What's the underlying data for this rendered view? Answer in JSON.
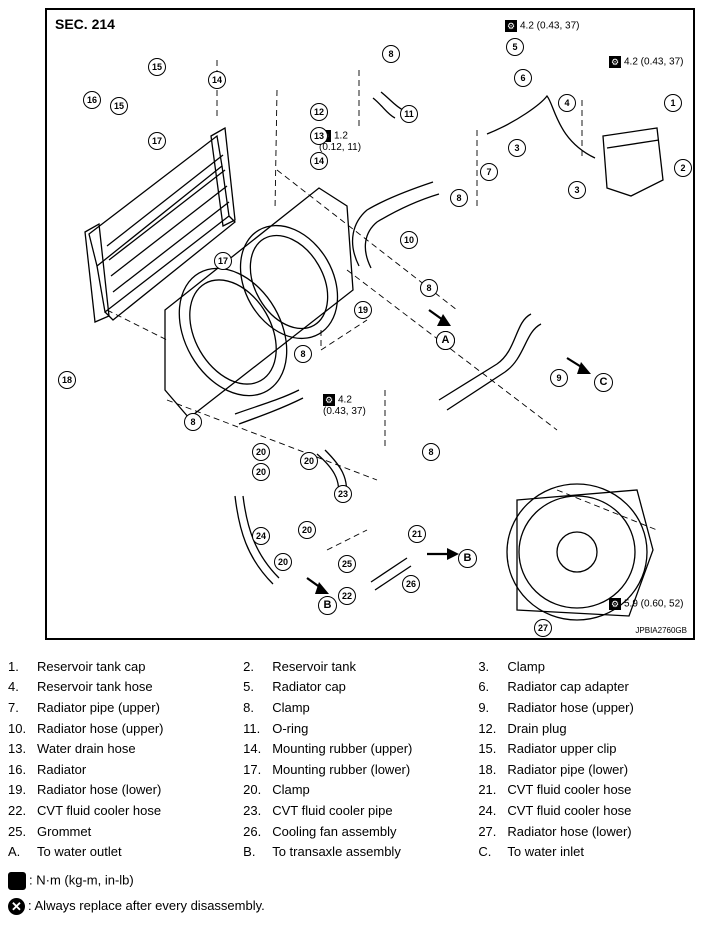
{
  "diagram": {
    "section": "SEC. 214",
    "figure_id": "JPBIA2760GB",
    "torques": {
      "cap_adapter": "4.2 (0.43, 37)",
      "reservoir": "4.2 (0.43, 37)",
      "drain_plug_a": "1.2",
      "drain_plug_b": "(0.12, 11)",
      "lower_pipe_a": "4.2",
      "lower_pipe_b": "(0.43, 37)",
      "fan": "5.9 (0.60, 52)"
    },
    "callouts": [
      "1",
      "2",
      "3",
      "3",
      "4",
      "5",
      "6",
      "7",
      "8",
      "8",
      "8",
      "8",
      "8",
      "8",
      "9",
      "10",
      "11",
      "12",
      "13",
      "14",
      "14",
      "15",
      "15",
      "16",
      "17",
      "17",
      "18",
      "19",
      "20",
      "20",
      "20",
      "20",
      "20",
      "21",
      "22",
      "23",
      "24",
      "25",
      "26",
      "27"
    ],
    "letters": [
      "A",
      "A",
      "B",
      "B",
      "C"
    ]
  },
  "parts": [
    [
      {
        "num": "1.",
        "name": "Reservoir tank cap"
      },
      {
        "num": "2.",
        "name": "Reservoir tank"
      },
      {
        "num": "3.",
        "name": "Clamp"
      }
    ],
    [
      {
        "num": "4.",
        "name": "Reservoir tank hose"
      },
      {
        "num": "5.",
        "name": "Radiator cap"
      },
      {
        "num": "6.",
        "name": "Radiator cap adapter"
      }
    ],
    [
      {
        "num": "7.",
        "name": "Radiator pipe (upper)"
      },
      {
        "num": "8.",
        "name": "Clamp"
      },
      {
        "num": "9.",
        "name": "Radiator hose (upper)"
      }
    ],
    [
      {
        "num": "10.",
        "name": "Radiator hose (upper)"
      },
      {
        "num": "11.",
        "name": "O-ring"
      },
      {
        "num": "12.",
        "name": "Drain plug"
      }
    ],
    [
      {
        "num": "13.",
        "name": "Water drain hose"
      },
      {
        "num": "14.",
        "name": "Mounting rubber (upper)"
      },
      {
        "num": "15.",
        "name": "Radiator upper clip"
      }
    ],
    [
      {
        "num": "16.",
        "name": "Radiator"
      },
      {
        "num": "17.",
        "name": "Mounting rubber (lower)"
      },
      {
        "num": "18.",
        "name": "Radiator pipe (lower)"
      }
    ],
    [
      {
        "num": "19.",
        "name": "Radiator hose (lower)"
      },
      {
        "num": "20.",
        "name": "Clamp"
      },
      {
        "num": "21.",
        "name": "CVT fluid cooler hose"
      }
    ],
    [
      {
        "num": "22.",
        "name": "CVT fluid cooler hose"
      },
      {
        "num": "23.",
        "name": "CVT fluid cooler pipe"
      },
      {
        "num": "24.",
        "name": "CVT fluid cooler hose"
      }
    ],
    [
      {
        "num": "25.",
        "name": "Grommet"
      },
      {
        "num": "26.",
        "name": "Cooling fan assembly"
      },
      {
        "num": "27.",
        "name": "Radiator hose (lower)"
      }
    ],
    [
      {
        "num": "A.",
        "name": "To water outlet"
      },
      {
        "num": "B.",
        "name": "To transaxle assembly"
      },
      {
        "num": "C.",
        "name": "To water inlet"
      }
    ]
  ],
  "legend": {
    "torque": ": N·m (kg-m, in-lb)",
    "replace": ": Always replace after every disassembly."
  }
}
